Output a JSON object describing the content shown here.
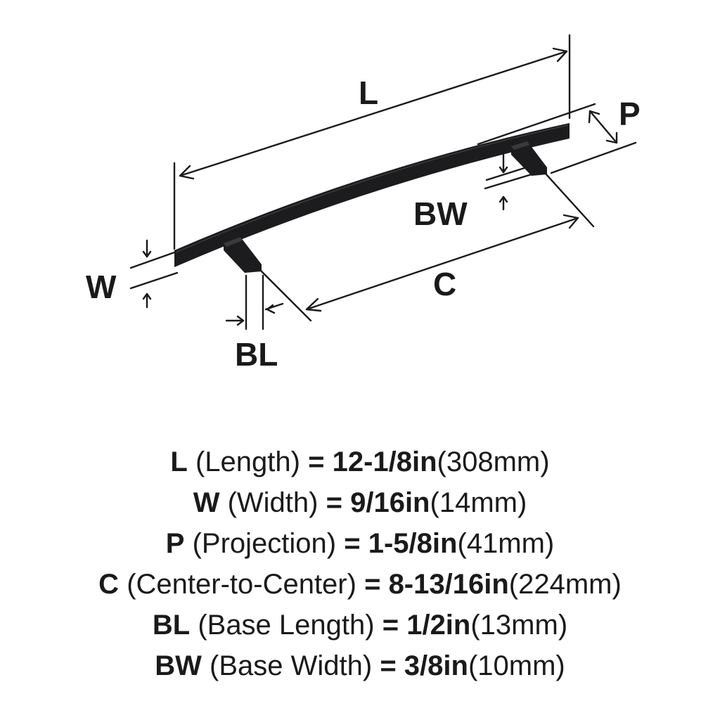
{
  "diagram": {
    "labels": {
      "L": "L",
      "P": "P",
      "BW": "BW",
      "W": "W",
      "C": "C",
      "BL": "BL"
    },
    "handle_color": "#1c1c1e",
    "line_color": "#1a1a1a"
  },
  "specs": [
    {
      "key": "L",
      "name": "(Length)",
      "eq": "=",
      "inches": "12-1/8in",
      "mm": "(308mm)"
    },
    {
      "key": "W",
      "name": "(Width)",
      "eq": "=",
      "inches": "9/16in",
      "mm": "(14mm)"
    },
    {
      "key": "P",
      "name": "(Projection)",
      "eq": "=",
      "inches": "1-5/8in",
      "mm": "(41mm)"
    },
    {
      "key": "C",
      "name": "(Center-to-Center)",
      "eq": "=",
      "inches": "8-13/16in",
      "mm": "(224mm)"
    },
    {
      "key": "BL",
      "name": "(Base Length)",
      "eq": "=",
      "inches": "1/2in",
      "mm": "(13mm)"
    },
    {
      "key": "BW",
      "name": "(Base Width)",
      "eq": "=",
      "inches": "3/8in",
      "mm": "(10mm)"
    }
  ]
}
